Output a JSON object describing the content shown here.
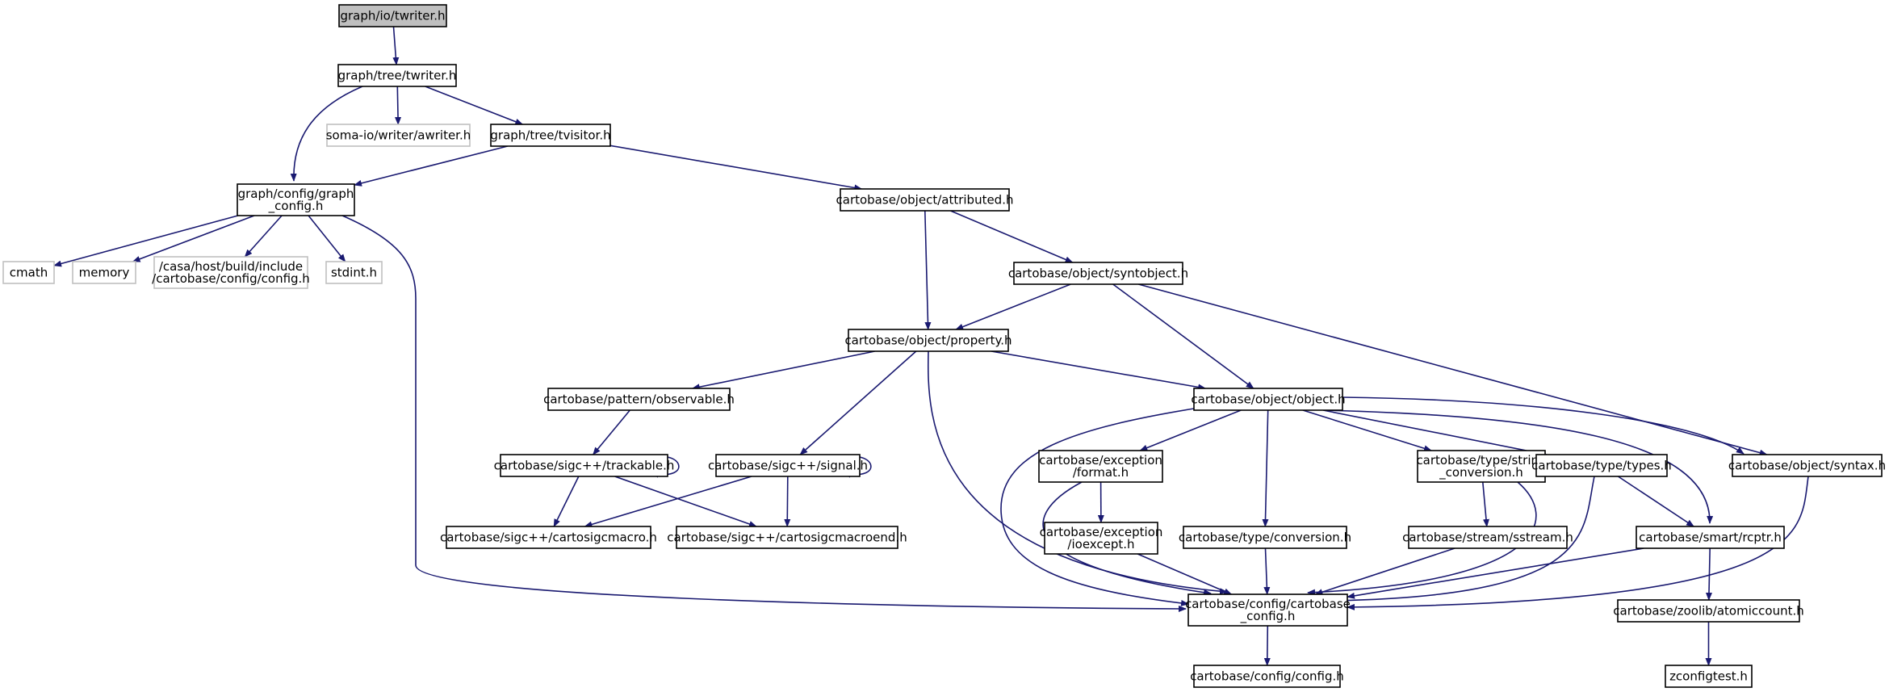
{
  "diagram": {
    "root": "graph/io/twriter.h",
    "nodes": [
      {
        "id": "n_io_twriter",
        "lines": [
          "graph/io/twriter.h"
        ],
        "style": "root"
      },
      {
        "id": "n_tree_twriter",
        "lines": [
          "graph/tree/twriter.h"
        ],
        "style": "normal"
      },
      {
        "id": "n_awriter",
        "lines": [
          "soma-io/writer/awriter.h"
        ],
        "style": "external"
      },
      {
        "id": "n_tvisitor",
        "lines": [
          "graph/tree/tvisitor.h"
        ],
        "style": "normal"
      },
      {
        "id": "n_graph_config",
        "lines": [
          "graph/config/graph",
          "_config.h"
        ],
        "style": "normal"
      },
      {
        "id": "n_cmath",
        "lines": [
          "cmath"
        ],
        "style": "external"
      },
      {
        "id": "n_memory",
        "lines": [
          "memory"
        ],
        "style": "external"
      },
      {
        "id": "n_casa_config",
        "lines": [
          "/casa/host/build/include",
          "/cartobase/config/config.h"
        ],
        "style": "external"
      },
      {
        "id": "n_stdint",
        "lines": [
          "stdint.h"
        ],
        "style": "external"
      },
      {
        "id": "n_attributed",
        "lines": [
          "cartobase/object/attributed.h"
        ],
        "style": "normal"
      },
      {
        "id": "n_syntobject",
        "lines": [
          "cartobase/object/syntobject.h"
        ],
        "style": "normal"
      },
      {
        "id": "n_property",
        "lines": [
          "cartobase/object/property.h"
        ],
        "style": "normal"
      },
      {
        "id": "n_observable",
        "lines": [
          "cartobase/pattern/observable.h"
        ],
        "style": "normal"
      },
      {
        "id": "n_object",
        "lines": [
          "cartobase/object/object.h"
        ],
        "style": "normal"
      },
      {
        "id": "n_trackable",
        "lines": [
          "cartobase/sigc++/trackable.h"
        ],
        "style": "normal"
      },
      {
        "id": "n_signal",
        "lines": [
          "cartobase/sigc++/signal.h"
        ],
        "style": "normal"
      },
      {
        "id": "n_exc_format",
        "lines": [
          "cartobase/exception",
          "/format.h"
        ],
        "style": "normal"
      },
      {
        "id": "n_string_conv",
        "lines": [
          "cartobase/type/string",
          "_conversion.h"
        ],
        "style": "normal"
      },
      {
        "id": "n_types",
        "lines": [
          "cartobase/type/types.h"
        ],
        "style": "normal"
      },
      {
        "id": "n_syntax",
        "lines": [
          "cartobase/object/syntax.h"
        ],
        "style": "normal"
      },
      {
        "id": "n_sigcmacro",
        "lines": [
          "cartobase/sigc++/cartosigcmacro.h"
        ],
        "style": "normal"
      },
      {
        "id": "n_sigcmacroend",
        "lines": [
          "cartobase/sigc++/cartosigcmacroend.h"
        ],
        "style": "normal"
      },
      {
        "id": "n_ioexcept",
        "lines": [
          "cartobase/exception",
          "/ioexcept.h"
        ],
        "style": "normal"
      },
      {
        "id": "n_conversion",
        "lines": [
          "cartobase/type/conversion.h"
        ],
        "style": "normal"
      },
      {
        "id": "n_sstream",
        "lines": [
          "cartobase/stream/sstream.h"
        ],
        "style": "normal"
      },
      {
        "id": "n_rcptr",
        "lines": [
          "cartobase/smart/rcptr.h"
        ],
        "style": "normal"
      },
      {
        "id": "n_cb_config",
        "lines": [
          "cartobase/config/cartobase",
          "_config.h"
        ],
        "style": "normal"
      },
      {
        "id": "n_atomiccount",
        "lines": [
          "cartobase/zoolib/atomiccount.h"
        ],
        "style": "normal"
      },
      {
        "id": "n_config",
        "lines": [
          "cartobase/config/config.h"
        ],
        "style": "normal"
      },
      {
        "id": "n_zconfigtest",
        "lines": [
          "zconfigtest.h"
        ],
        "style": "normal"
      }
    ],
    "edges": [
      {
        "from": "n_io_twriter",
        "to": "n_tree_twriter"
      },
      {
        "from": "n_tree_twriter",
        "to": "n_graph_config"
      },
      {
        "from": "n_tree_twriter",
        "to": "n_awriter"
      },
      {
        "from": "n_tree_twriter",
        "to": "n_tvisitor"
      },
      {
        "from": "n_tvisitor",
        "to": "n_graph_config"
      },
      {
        "from": "n_tvisitor",
        "to": "n_attributed"
      },
      {
        "from": "n_graph_config",
        "to": "n_cmath"
      },
      {
        "from": "n_graph_config",
        "to": "n_memory"
      },
      {
        "from": "n_graph_config",
        "to": "n_casa_config"
      },
      {
        "from": "n_graph_config",
        "to": "n_stdint"
      },
      {
        "from": "n_graph_config",
        "to": "n_cb_config"
      },
      {
        "from": "n_attributed",
        "to": "n_property"
      },
      {
        "from": "n_attributed",
        "to": "n_syntobject"
      },
      {
        "from": "n_syntobject",
        "to": "n_property"
      },
      {
        "from": "n_syntobject",
        "to": "n_object"
      },
      {
        "from": "n_syntobject",
        "to": "n_syntax"
      },
      {
        "from": "n_property",
        "to": "n_observable"
      },
      {
        "from": "n_property",
        "to": "n_signal"
      },
      {
        "from": "n_property",
        "to": "n_cb_config"
      },
      {
        "from": "n_property",
        "to": "n_object"
      },
      {
        "from": "n_observable",
        "to": "n_trackable"
      },
      {
        "from": "n_trackable",
        "to": "n_trackable"
      },
      {
        "from": "n_trackable",
        "to": "n_sigcmacro"
      },
      {
        "from": "n_trackable",
        "to": "n_sigcmacroend"
      },
      {
        "from": "n_signal",
        "to": "n_signal"
      },
      {
        "from": "n_signal",
        "to": "n_sigcmacro"
      },
      {
        "from": "n_signal",
        "to": "n_sigcmacroend"
      },
      {
        "from": "n_object",
        "to": "n_cb_config"
      },
      {
        "from": "n_object",
        "to": "n_exc_format"
      },
      {
        "from": "n_object",
        "to": "n_conversion"
      },
      {
        "from": "n_object",
        "to": "n_string_conv"
      },
      {
        "from": "n_object",
        "to": "n_types"
      },
      {
        "from": "n_object",
        "to": "n_syntax"
      },
      {
        "from": "n_object",
        "to": "n_rcptr"
      },
      {
        "from": "n_exc_format",
        "to": "n_ioexcept"
      },
      {
        "from": "n_exc_format",
        "to": "n_cb_config"
      },
      {
        "from": "n_ioexcept",
        "to": "n_cb_config"
      },
      {
        "from": "n_conversion",
        "to": "n_cb_config"
      },
      {
        "from": "n_string_conv",
        "to": "n_sstream"
      },
      {
        "from": "n_string_conv",
        "to": "n_cb_config"
      },
      {
        "from": "n_sstream",
        "to": "n_cb_config"
      },
      {
        "from": "n_types",
        "to": "n_cb_config"
      },
      {
        "from": "n_types",
        "to": "n_rcptr"
      },
      {
        "from": "n_syntax",
        "to": "n_cb_config"
      },
      {
        "from": "n_rcptr",
        "to": "n_cb_config"
      },
      {
        "from": "n_rcptr",
        "to": "n_atomiccount"
      },
      {
        "from": "n_cb_config",
        "to": "n_config"
      },
      {
        "from": "n_atomiccount",
        "to": "n_zconfigtest"
      }
    ],
    "colors": {
      "edge": "#191970",
      "root_fill": "#bfbfbf",
      "node_border": "#000000",
      "external_border": "#bfbfbf",
      "background": "#ffffff"
    }
  }
}
